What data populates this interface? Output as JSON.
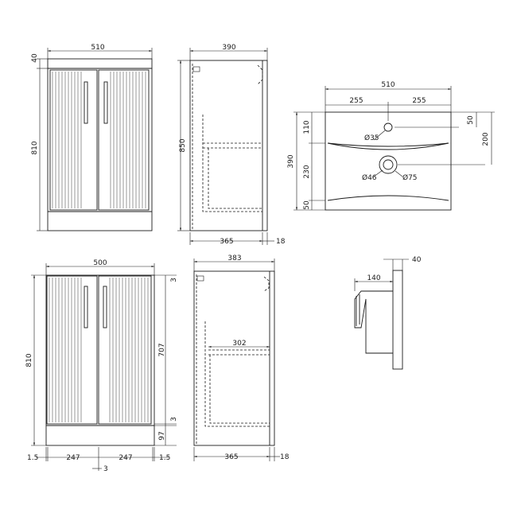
{
  "views": {
    "top_front": {
      "width": "510",
      "top_height": "40",
      "height": "810"
    },
    "top_side": {
      "depth": "390",
      "height": "850",
      "inner_depth": "365",
      "back_offset": "18"
    },
    "basin_plan": {
      "width": "510",
      "left_half": "255",
      "right_half": "255",
      "depth": "390",
      "dim_110": "110",
      "dim_230": "230",
      "dim_50_bottom": "50",
      "dim_50_right": "50",
      "dim_200": "200",
      "tap_hole": "Ø35",
      "waste_inner": "Ø46",
      "waste_outer": "Ø75"
    },
    "bottom_front": {
      "width": "500",
      "height": "810",
      "door_height": "707",
      "gap_top": "3",
      "gap_mid": "3",
      "plinth": "97",
      "side_left": "1.5",
      "door_left": "247",
      "door_right": "247",
      "side_right": "1.5",
      "center_gap": "3"
    },
    "bottom_side": {
      "depth": "383",
      "shelf_depth": "302",
      "inner_depth": "365",
      "back_offset": "18"
    },
    "basin_section": {
      "thickness": "40",
      "overhang": "140"
    }
  }
}
